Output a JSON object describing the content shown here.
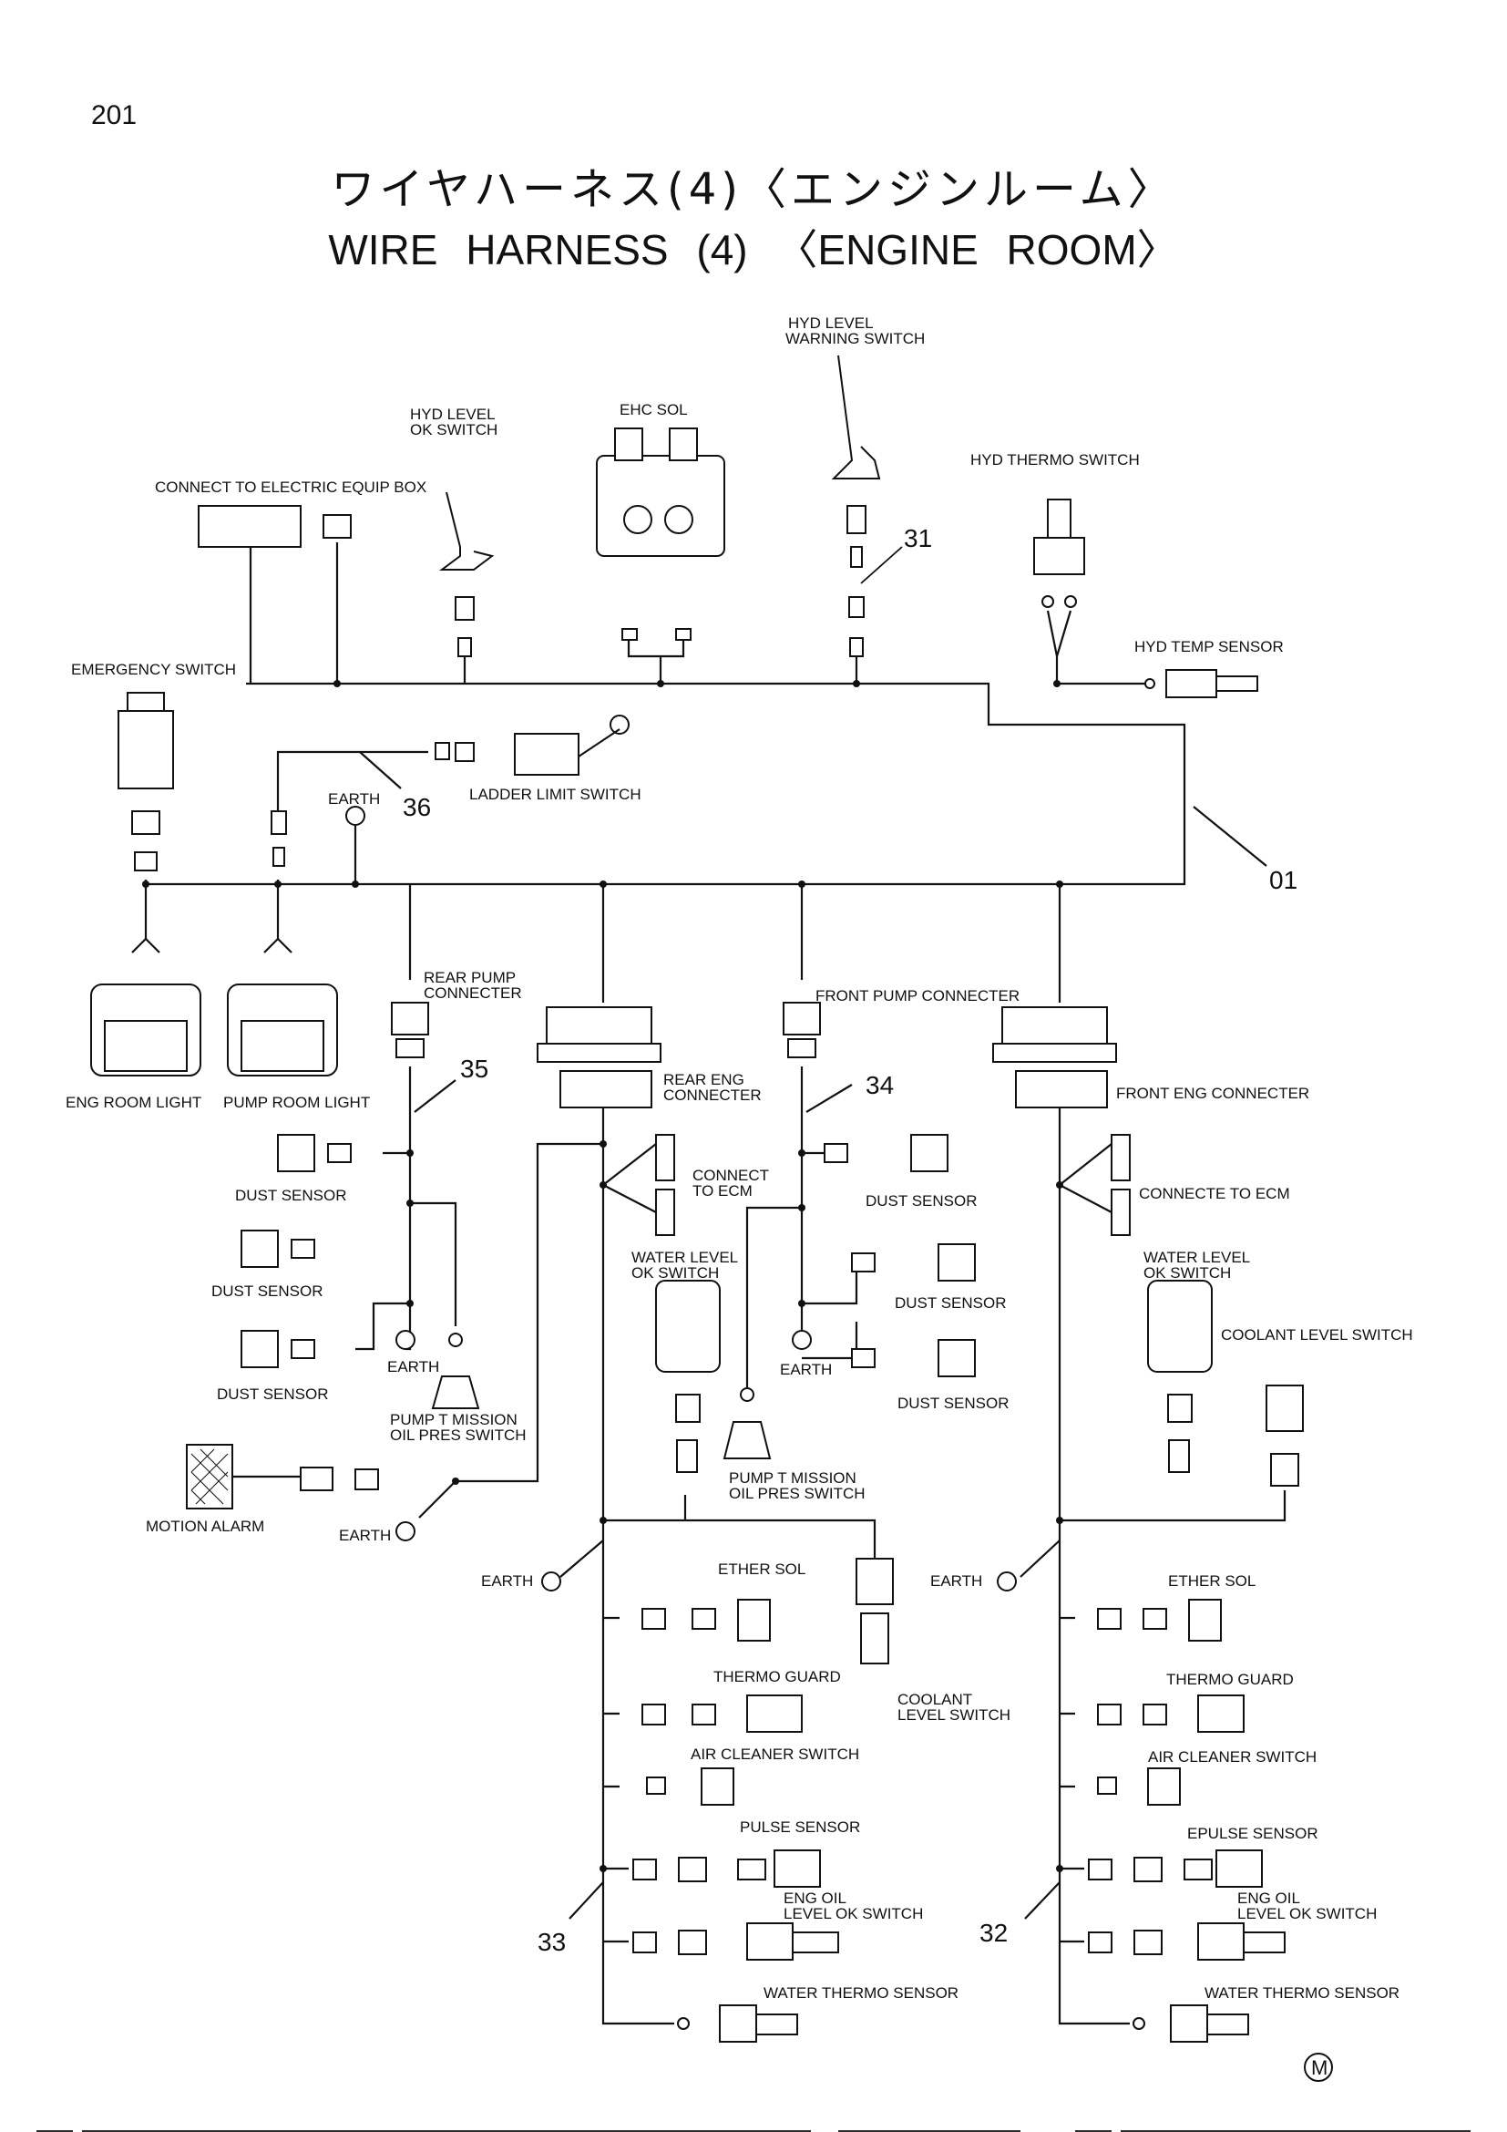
{
  "page_number": "201",
  "title_jp": "ワイヤハーネス(4)〈エンジンルーム〉",
  "title_en": "WIRE HARNESS (4) 〈ENGINE ROOM〉",
  "labels": {
    "hyd_level_warning_1": "HYD LEVEL",
    "hyd_level_warning_2": "WARNING SWITCH",
    "hyd_level_ok_1": "HYD LEVEL",
    "hyd_level_ok_2": "OK SWITCH",
    "ehc_sol": "EHC SOL",
    "hyd_thermo_switch": "HYD THERMO SWITCH",
    "connect_electric_box": "CONNECT TO ELECTRIC EQUIP BOX",
    "hyd_temp_sensor": "HYD TEMP SENSOR",
    "emergency_switch": "EMERGENCY SWITCH",
    "ladder_limit_switch": "LADDER LIMIT SWITCH",
    "earth": "EARTH",
    "rear_pump_1": "REAR PUMP",
    "rear_pump_2": "CONNECTER",
    "front_pump": "FRONT PUMP CONNECTER",
    "eng_room_light": "ENG ROOM LIGHT",
    "pump_room_light": "PUMP ROOM LIGHT",
    "rear_eng_1": "REAR ENG",
    "rear_eng_2": "CONNECTER",
    "front_eng": "FRONT ENG CONNECTER",
    "dust_sensor": "DUST SENSOR",
    "connect_ecm_1": "CONNECT",
    "connect_ecm_2": "TO ECM",
    "connecte_ecm": "CONNECTE TO ECM",
    "water_level_1": "WATER LEVEL",
    "water_level_2": "OK SWITCH",
    "coolant_level_switch": "COOLANT LEVEL SWITCH",
    "coolant_1": "COOLANT",
    "coolant_2": "LEVEL SWITCH",
    "pump_tmission_1": "PUMP T MISSION",
    "pump_tmission_2": "OIL PRES SWITCH",
    "pump_tmission_3": "OIL PRES SWITCH",
    "motion_alarm": "MOTION ALARM",
    "ether_sol": "ETHER SOL",
    "thermo_guard": "THERMO GUARD",
    "air_cleaner_switch": "AIR CLEANER SWITCH",
    "pulse_sensor": "PULSE SENSOR",
    "epulse_sensor": "EPULSE SENSOR",
    "eng_oil_1": "ENG OIL",
    "eng_oil_2": "LEVEL OK SWITCH",
    "water_thermo_sensor": "WATER THERMO SENSOR",
    "mark_m": "M"
  },
  "callouts": {
    "c01": "01",
    "c31": "31",
    "c32": "32",
    "c33": "33",
    "c34": "34",
    "c35": "35",
    "c36": "36"
  }
}
